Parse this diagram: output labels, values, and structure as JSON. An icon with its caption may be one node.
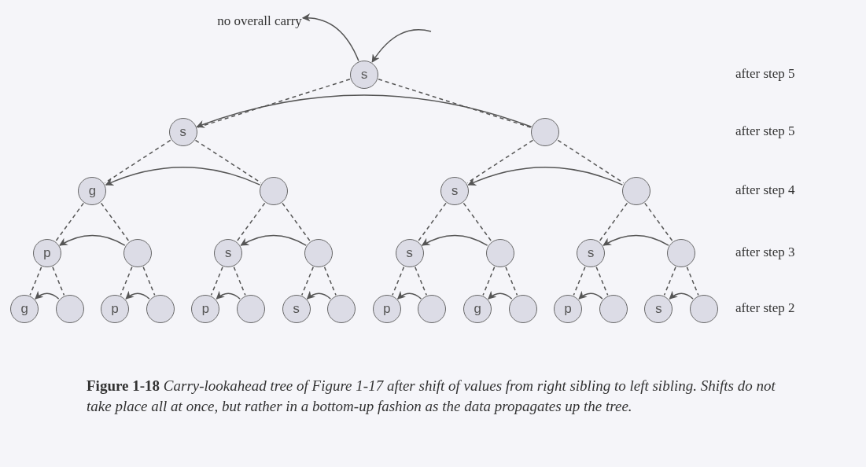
{
  "diagram": {
    "caption": "**Figure 1-18** *Carry-lookahead tree of Figure 1-17 after shift of values from right sibling to left sibling. Shifts do not take place all at once, but rather in a bottom-up fashion as the data propagates up the tree.*",
    "nodes": [
      {
        "text": [
          "no overall carry"
        ]
      },
      {
        "text": [
          "s"
        ]
      },
      {
        "text": [
          "s"
        ]
      },
      {
        "text": [],
        "shape": "circle"
      },
      {
        "text": [
          "g"
        ]
      },
      {
        "text": [],
        "shape": "circle"
      },
      {
        "text": [
          "s"
        ]
      },
      {
        "text": [],
        "shape": "circle"
      },
      {
        "text": [
          "p"
        ]
      },
      {
        "text": [],
        "shape": "circle"
      },
      {
        "text": [
          "s"
        ]
      },
      {
        "text": [],
        "shape": "circle"
      },
      {
        "text": [
          "s"
        ]
      },
      {
        "text": [],
        "shape": "circle"
      },
      {
        "text": [
          "s"
        ]
      },
      {
        "text": [],
        "shape": "circle"
      },
      {
        "text": [
          "g"
        ]
      },
      {
        "text": [],
        "shape": "circle"
      },
      {
        "text": [
          "p"
        ]
      },
      {
        "text": [],
        "shape": "circle"
      },
      {
        "text": [
          "p"
        ]
      },
      {
        "text": [],
        "shape": "circle"
      },
      {
        "text": [
          "s"
        ]
      },
      {
        "text": [],
        "shape": "circle"
      },
      {
        "text": [
          "p"
        ]
      },
      {
        "text": [],
        "shape": "circle"
      },
      {
        "text": [
          "g"
        ]
      },
      {
        "text": [],
        "shape": "circle"
      },
      {
        "text": [
          "p"
        ]
      },
      {
        "text": [],
        "shape": "circle"
      },
      {
        "text": [
          "s"
        ]
      },
      {
        "text": [],
        "shape": "circle"
      }
    ],
    "edges": [
      {
        "from": null,
        "to": 1,
        "arrow": "to"
      },
      {
        "from": 1,
        "to": 0,
        "arrow": "to"
      },
      {
        "from": 1,
        "to": 2,
        "arrow": "none",
        "style": "dashed"
      },
      {
        "from": 1,
        "to": 3,
        "arrow": "none",
        "style": "dashed"
      },
      {
        "from": 3,
        "to": 2,
        "arrow": "to"
      },
      {
        "from": 2,
        "to": 4,
        "arrow": "none",
        "style": "dashed"
      },
      {
        "from": 2,
        "to": 5,
        "arrow": "none",
        "style": "dashed"
      },
      {
        "from": 5,
        "to": 4,
        "arrow": "to"
      },
      {
        "from": 3,
        "to": 6,
        "arrow": "none",
        "style": "dashed"
      },
      {
        "from": 3,
        "to": 7,
        "arrow": "none",
        "style": "dashed"
      },
      {
        "from": 7,
        "to": 6,
        "arrow": "to"
      },
      {
        "from": 4,
        "to": 8,
        "arrow": "none",
        "style": "dashed"
      },
      {
        "from": 4,
        "to": 9,
        "arrow": "none",
        "style": "dashed"
      },
      {
        "from": 9,
        "to": 8,
        "arrow": "to"
      },
      {
        "from": 5,
        "to": 10,
        "arrow": "none",
        "style": "dashed"
      },
      {
        "from": 5,
        "to": 11,
        "arrow": "none",
        "style": "dashed"
      },
      {
        "from": 11,
        "to": 10,
        "arrow": "to"
      },
      {
        "from": 6,
        "to": 12,
        "arrow": "none",
        "style": "dashed"
      },
      {
        "from": 6,
        "to": 13,
        "arrow": "none",
        "style": "dashed"
      },
      {
        "from": 13,
        "to": 12,
        "arrow": "to"
      },
      {
        "from": 7,
        "to": 14,
        "arrow": "none",
        "style": "dashed"
      },
      {
        "from": 7,
        "to": 15,
        "arrow": "none",
        "style": "dashed"
      },
      {
        "from": 15,
        "to": 14,
        "arrow": "to"
      },
      {
        "from": 8,
        "to": 16,
        "arrow": "none",
        "style": "dashed"
      },
      {
        "from": 8,
        "to": 17,
        "arrow": "none",
        "style": "dashed"
      },
      {
        "from": 17,
        "to": 16,
        "arrow": "to"
      },
      {
        "from": 9,
        "to": 18,
        "arrow": "none",
        "style": "dashed"
      },
      {
        "from": 9,
        "to": 19,
        "arrow": "none",
        "style": "dashed"
      },
      {
        "from": 19,
        "to": 18,
        "arrow": "to"
      },
      {
        "from": 10,
        "to": 20,
        "arrow": "none",
        "style": "dashed"
      },
      {
        "from": 10,
        "to": 21,
        "arrow": "none",
        "style": "dashed"
      },
      {
        "from": 21,
        "to": 20,
        "arrow": "to"
      },
      {
        "from": 11,
        "to": 22,
        "arrow": "none",
        "style": "dashed"
      },
      {
        "from": 11,
        "to": 23,
        "arrow": "none",
        "style": "dashed"
      },
      {
        "from": 23,
        "to": 22,
        "arrow": "to"
      },
      {
        "from": 12,
        "to": 24,
        "arrow": "none",
        "style": "dashed"
      },
      {
        "from": 12,
        "to": 25,
        "arrow": "none",
        "style": "dashed"
      },
      {
        "from": 25,
        "to": 24,
        "arrow": "to"
      },
      {
        "from": 13,
        "to": 26,
        "arrow": "none",
        "style": "dashed"
      },
      {
        "from": 13,
        "to": 27,
        "arrow": "none",
        "style": "dashed"
      },
      {
        "from": 27,
        "to": 26,
        "arrow": "to"
      },
      {
        "from": 14,
        "to": 28,
        "arrow": "none",
        "style": "dashed"
      },
      {
        "from": 14,
        "to": 29,
        "arrow": "none",
        "style": "dashed"
      },
      {
        "from": 29,
        "to": 28,
        "arrow": "to"
      },
      {
        "from": 15,
        "to": 30,
        "arrow": "none",
        "style": "dashed"
      },
      {
        "from": 15,
        "to": 31,
        "arrow": "none",
        "style": "dashed"
      },
      {
        "from": 31,
        "to": 30,
        "arrow": "to"
      }
    ],
    "labels": [
      "after step 5",
      "after step 5",
      "after step 4",
      "after step 3",
      "after step 2"
    ]
  }
}
